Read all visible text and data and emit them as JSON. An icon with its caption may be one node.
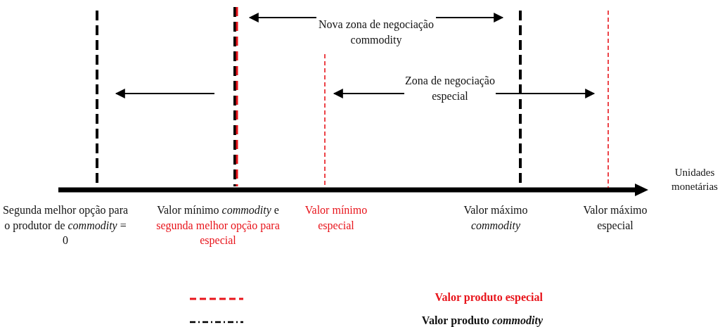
{
  "diagram": {
    "nodes": [
      {
        "text": [],
        "shape": "line",
        "beside": [
          "Segunda melhor opção para o produtor de *commodity* = 0"
        ]
      },
      {
        "text": [],
        "shape": "line",
        "beside": [
          "Valor mínimo *commodity* e",
          "segunda melhor opção para especial"
        ]
      },
      {
        "text": [],
        "shape": "line",
        "beside": [
          "Valor mínimo especial"
        ]
      },
      {
        "text": [],
        "shape": "line",
        "beside": [
          "Valor máximo *commodity*"
        ]
      },
      {
        "text": [],
        "shape": "line",
        "beside": [
          "Valor máximo especial"
        ]
      },
      {
        "text": [
          "Nova zona de negociação commodity"
        ]
      },
      {
        "text": [
          "Zona de negociação especial"
        ]
      }
    ],
    "edges": [
      {
        "from": 5,
        "to": 1,
        "arrow": "to"
      },
      {
        "from": 5,
        "to": 3,
        "arrow": "to"
      },
      {
        "from": 6,
        "to": 2,
        "arrow": "to"
      },
      {
        "from": 6,
        "to": 4,
        "arrow": "to"
      },
      {
        "from": null,
        "to": 0,
        "arrow": "to"
      }
    ],
    "labels": [
      "Unidades monetárias"
    ],
    "legend": [
      {
        "text": "Valor produto especial"
      },
      {
        "text": "Valor produto *commodity*"
      }
    ]
  }
}
